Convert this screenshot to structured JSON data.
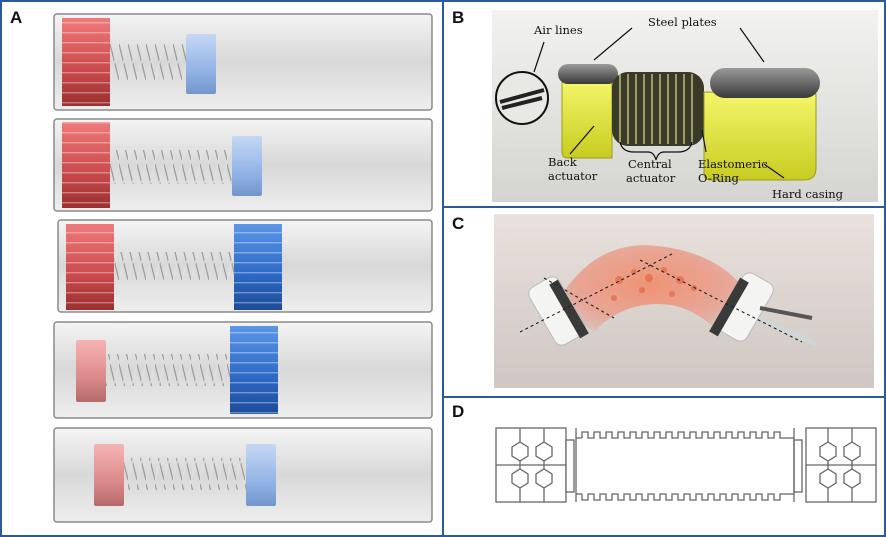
{
  "panels": {
    "a": {
      "label": "A"
    },
    "b": {
      "label": "B",
      "annotations": {
        "air_lines": "Air lines",
        "steel_plates": "Steel plates",
        "back_actuator_1": "Back",
        "back_actuator_2": "actuator",
        "central_actuator_1": "Central",
        "central_actuator_2": "actuator",
        "oring_1": "Elastomeric",
        "oring_2": "O-Ring",
        "hard_casing": "Hard casing"
      }
    },
    "c": {
      "label": "C"
    },
    "d": {
      "label": "D"
    }
  },
  "colors": {
    "frame": "#2a5a9e",
    "tube": "#dcdcdc",
    "red_active": "#e86a6a",
    "red_idle": "#eea8a8",
    "blue_active": "#3f7fd6",
    "blue_idle": "#a8c4ea",
    "casing_yellow": "#eef24a"
  }
}
